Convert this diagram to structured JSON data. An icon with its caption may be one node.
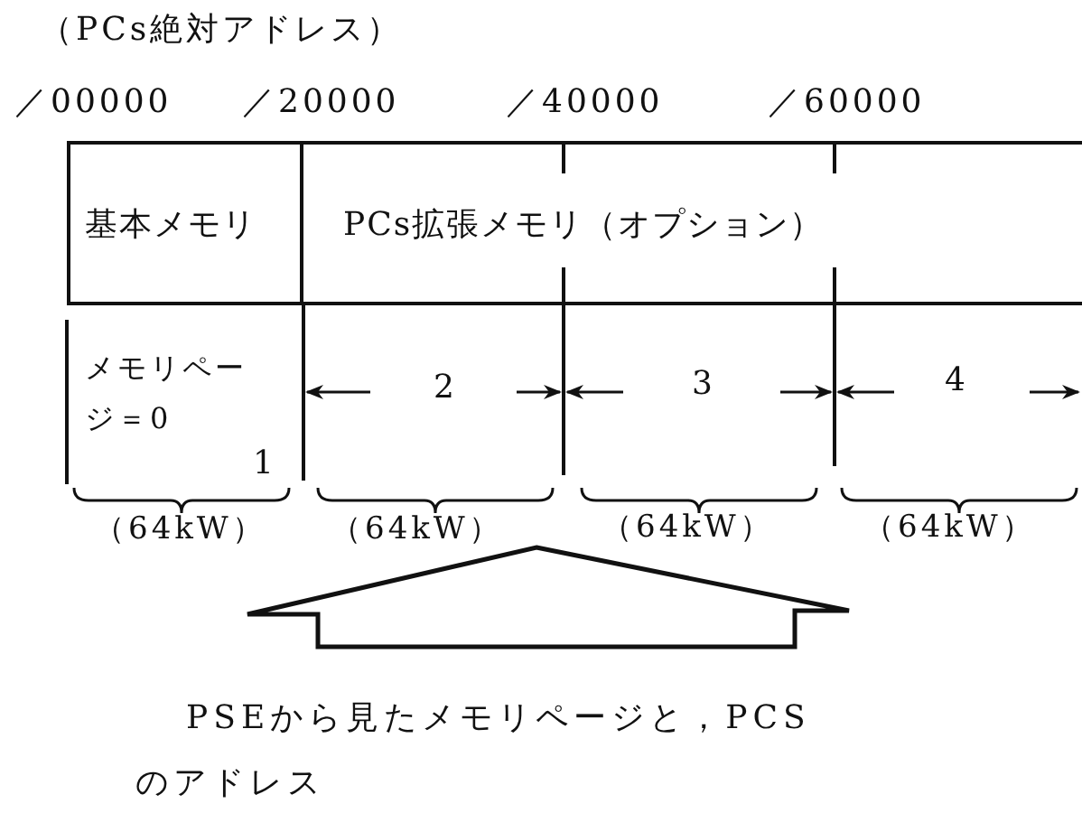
{
  "diagram": {
    "title": "（PCs絶対アドレス）",
    "nodes": [
      {
        "text": [
          "基本メモリ"
        ]
      },
      {
        "text": [
          "PCs拡張メモリ（オプション）"
        ]
      }
    ],
    "labels": [
      "／00000",
      "／20000",
      "／40000",
      "／60000",
      "メモリページ＝0",
      "1",
      "2",
      "3",
      "4",
      "（64kW）",
      "（64kW）",
      "（64kW）",
      "（64kW）"
    ],
    "caption": "PSEから見たメモリページと，PCSのアドレス"
  }
}
